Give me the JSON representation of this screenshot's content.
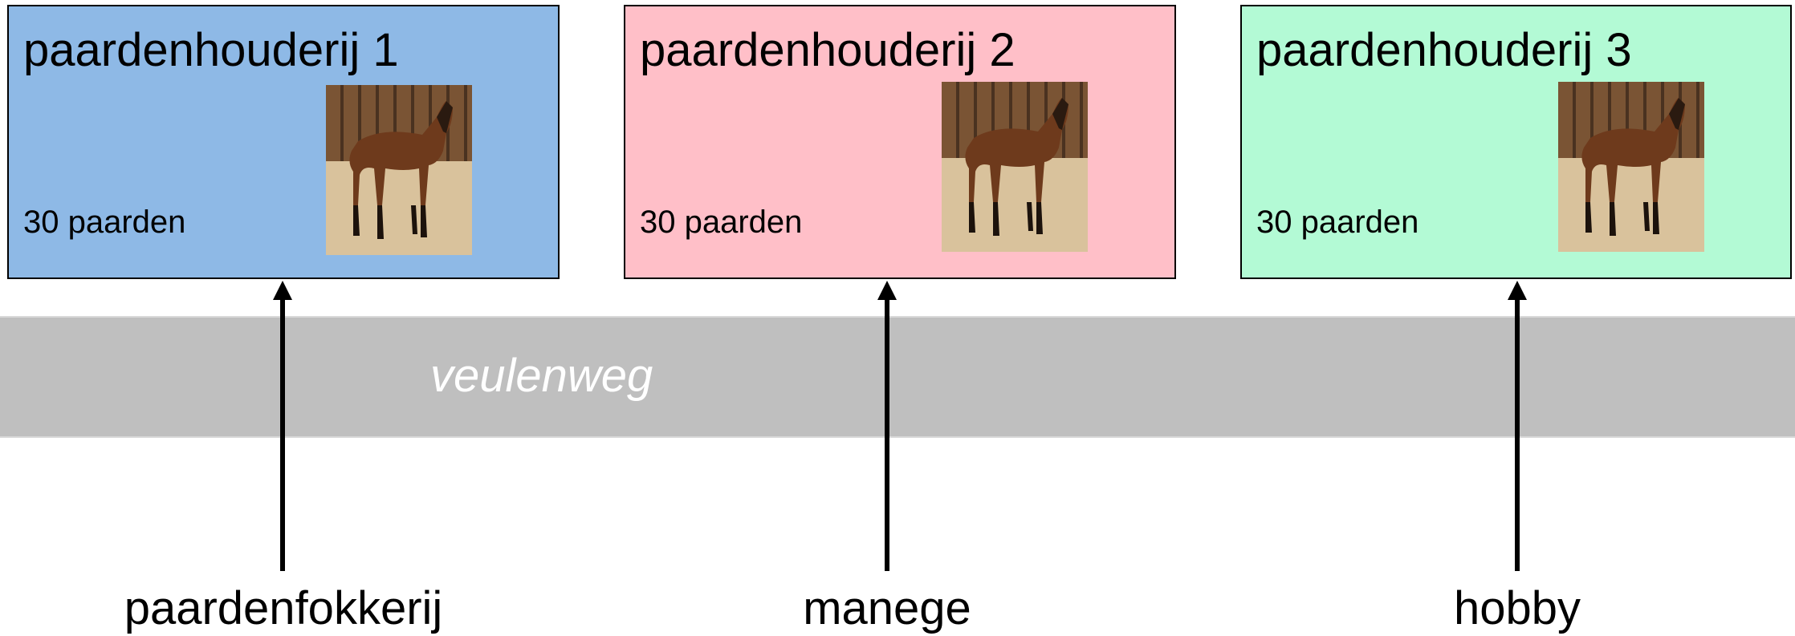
{
  "road": {
    "label": "veulenweg",
    "color": "#bfbfbf"
  },
  "holdings": [
    {
      "title": "paardenhouderij 1",
      "count": "30 paarden",
      "color": "#8eb9e6",
      "photo_icon": "horse-photo"
    },
    {
      "title": "paardenhouderij 2",
      "count": "30 paarden",
      "color": "#ffbfc8",
      "photo_icon": "horse-photo"
    },
    {
      "title": "paardenhouderij 3",
      "count": "30 paarden",
      "color": "#b3fad5",
      "photo_icon": "horse-photo"
    }
  ],
  "types": [
    {
      "label": "paardenfokkerij"
    },
    {
      "label": "manege"
    },
    {
      "label": "hobby"
    }
  ]
}
